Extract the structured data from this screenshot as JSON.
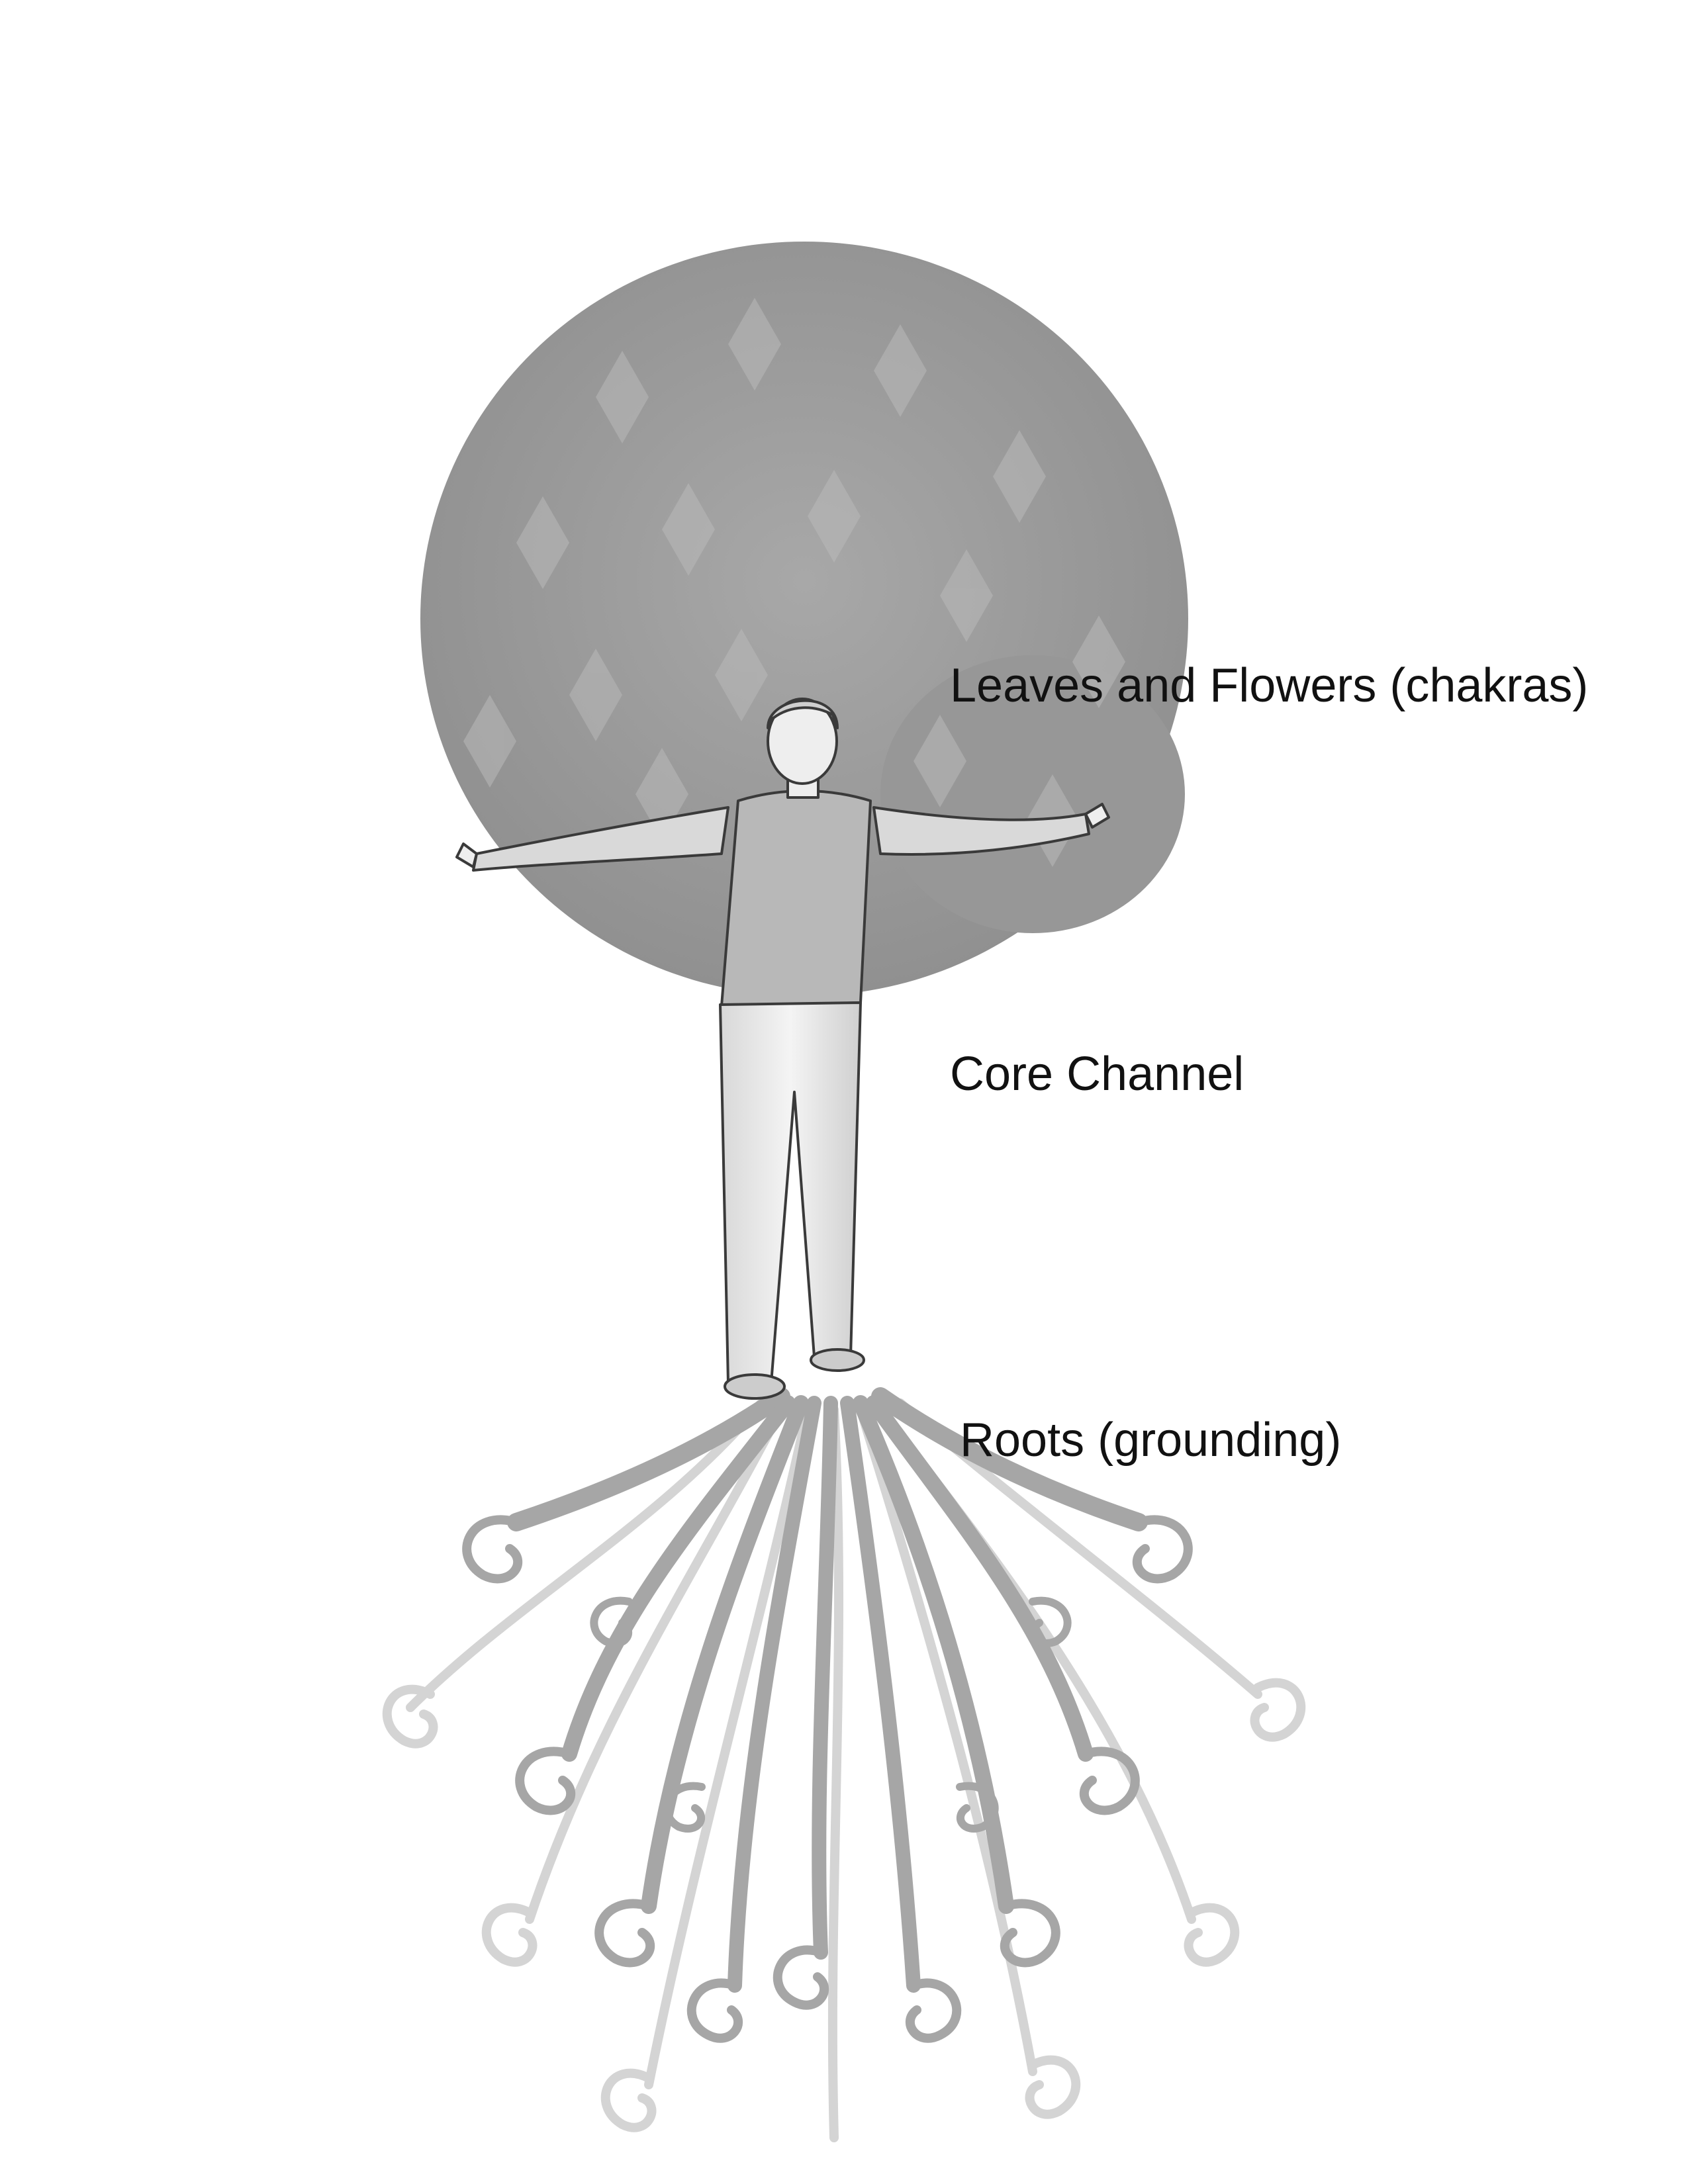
{
  "labels": {
    "leaves": "Leaves and Flowers (chakras)",
    "core": "Core Channel",
    "roots": "Roots (grounding)"
  },
  "colors": {
    "background": "#ffffff",
    "canopy": "#9a9a9a",
    "canopy_leaf": "#b8b8b8",
    "roots_near": "#a4a4a4",
    "roots_far": "#d2d2d2",
    "figure_outline": "#3a3a3a",
    "figure_fill": "#e6e6e6",
    "label_text": "#111111"
  },
  "figure": {
    "pose": "standing with arms outstretched",
    "description_icon": "person-figure-icon"
  }
}
